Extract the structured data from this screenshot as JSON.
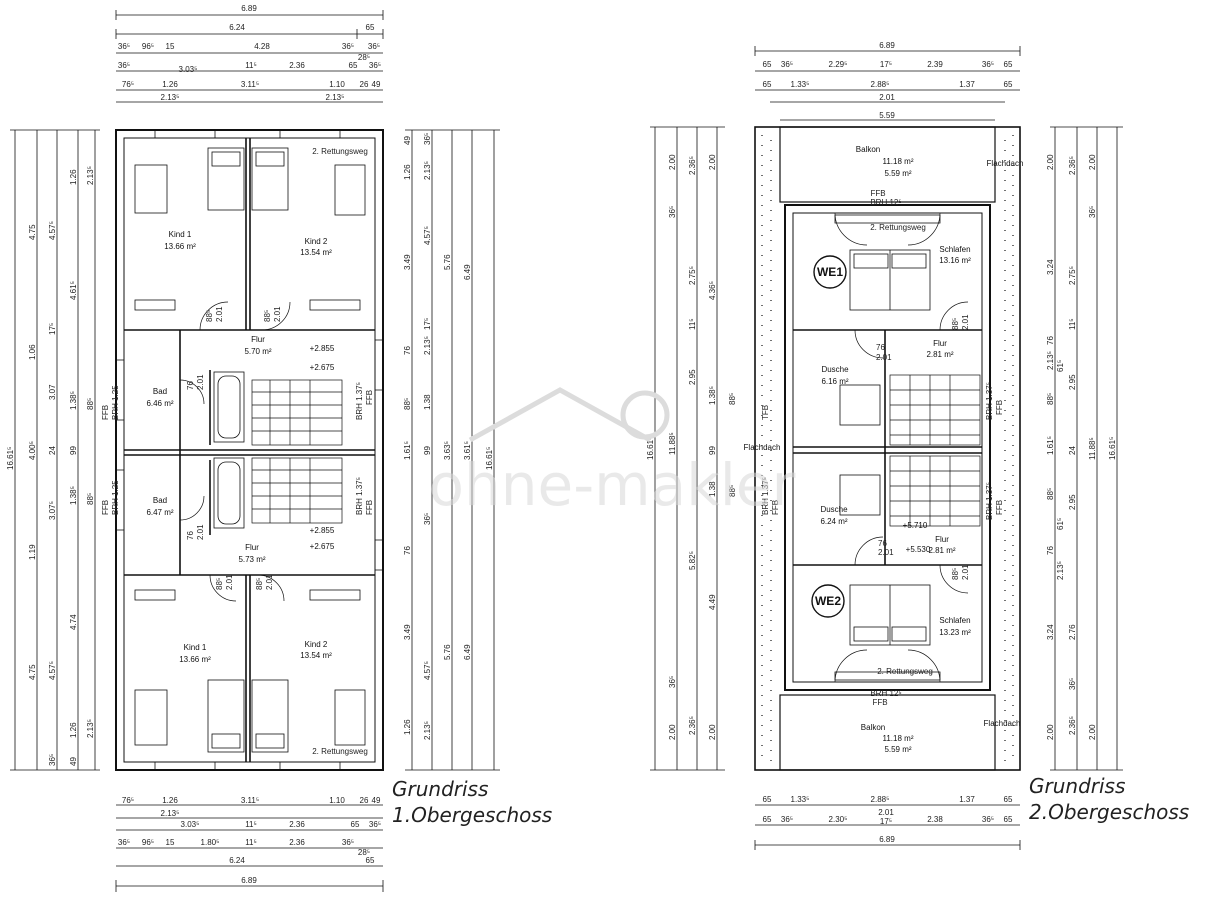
{
  "plan1": {
    "title_line1": "Grundriss",
    "title_line2": "1.Obergeschoss",
    "top_dims": {
      "overall": "6.89",
      "row1": [
        "6.24",
        "65"
      ],
      "row2": [
        "36⁵",
        "96⁵",
        "15",
        "4.28",
        "36⁵",
        "36⁵"
      ],
      "row3": [
        "36⁵",
        "3.03⁵",
        "11⁵",
        "2.36",
        "65",
        "28⁵",
        "36⁵"
      ],
      "row4": [
        "76⁵",
        "1.26",
        "3.11⁵",
        "1.10",
        "26",
        "49"
      ],
      "row5": [
        "2.13⁵",
        "2.13⁵"
      ]
    },
    "bottom_dims": {
      "row1": [
        "76⁵",
        "1.26",
        "3.11⁵",
        "1.10",
        "26",
        "49"
      ],
      "row2": [
        "2.13⁵",
        "3.03⁵",
        "11⁵",
        "2.36",
        "65",
        "36⁵"
      ],
      "row3": [
        "36⁵",
        "96⁵",
        "15",
        "1.80⁵",
        "11⁵",
        "2.36",
        "36⁵",
        "28⁵"
      ],
      "row4": [
        "6.24",
        "65"
      ],
      "overall": "6.89"
    },
    "left_dims": [
      "16.61⁵",
      "4.75",
      "4.57⁵",
      "1.26",
      "2.13⁵",
      "4.61⁵",
      "17⁵",
      "1.06",
      "3.07",
      "1.38⁵",
      "88⁵",
      "4.00⁵",
      "99",
      "24",
      "1.38⁵",
      "88⁵",
      "3.07⁵",
      "1.19",
      "4.74",
      "4.75",
      "4.57⁵",
      "1.26",
      "2.13⁵",
      "36⁵",
      "49"
    ],
    "right_dims": [
      "16.61⁵",
      "6.49",
      "5.76",
      "4.57⁵",
      "3.49",
      "2.13⁵",
      "1.26",
      "49",
      "36⁵",
      "76",
      "17⁵",
      "2.13⁵",
      "1.61⁵",
      "3.63⁵",
      "88⁵",
      "1.38",
      "99",
      "3.61⁵",
      "76",
      "36⁵",
      "3.49",
      "4.57⁵",
      "5.76",
      "6.49",
      "1.26",
      "2.13⁵"
    ],
    "rooms": [
      {
        "name": "Kind 1",
        "area": "13.66 m²"
      },
      {
        "name": "Kind 2",
        "area": "13.54 m²"
      },
      {
        "name": "Flur",
        "area": "5.70 m²"
      },
      {
        "name": "Bad",
        "area": "6.46 m²"
      },
      {
        "name": "Bad",
        "area": "6.47 m²"
      },
      {
        "name": "Flur",
        "area": "5.73 m²"
      },
      {
        "name": "Kind 1",
        "area": "13.66 m²"
      },
      {
        "name": "Kind 2",
        "area": "13.54 m²"
      }
    ],
    "levels": [
      "+2.855",
      "+2.675",
      "+2.855",
      "+2.675"
    ],
    "rettungsweg_top": "2. Rettungsweg",
    "rettungsweg_bottom": "2. Rettungsweg",
    "door_labels": [
      "88⁵",
      "2.01",
      "88⁵",
      "2.01",
      "76",
      "2.01",
      "76",
      "2.01",
      "88⁵",
      "2.01",
      "88⁵",
      "2.01"
    ],
    "window_labels": [
      "BRH 1.37⁵",
      "FFB",
      "BRH 1.37⁵",
      "FFB",
      "FFB",
      "BRH 1.25",
      "FFB",
      "BRH 1.25"
    ]
  },
  "plan2": {
    "title_line1": "Grundriss",
    "title_line2": "2.Obergeschoss",
    "top_dims": {
      "overall": "6.89",
      "row1": [
        "65",
        "36⁵",
        "2.29⁵",
        "17⁵",
        "2.39",
        "36⁵",
        "65"
      ],
      "row2": [
        "65",
        "1.33⁵",
        "2.88⁵",
        "1.37",
        "65"
      ],
      "row3": [
        "2.01"
      ],
      "row4": [
        "5.59"
      ]
    },
    "bottom_dims": {
      "row1": [
        "65",
        "1.33⁵",
        "2.88⁵",
        "1.37",
        "65"
      ],
      "row2": [
        "65",
        "36⁵",
        "2.30⁵",
        "2.01",
        "17⁵",
        "2.38",
        "36⁵",
        "65"
      ],
      "overall": "6.89"
    },
    "left_dims": [
      "16.61⁵",
      "11.88⁵",
      "2.00",
      "2.36⁵",
      "2.00",
      "36⁵",
      "2.75⁵",
      "4.36⁵",
      "11⁵",
      "2.95",
      "1.38⁵",
      "88⁵",
      "99",
      "1.38",
      "88⁵",
      "5.82⁵",
      "4.49",
      "2.00",
      "2.36⁵",
      "2.00",
      "36⁵"
    ],
    "right_dims": [
      "16.61⁵",
      "11.88⁵",
      "2.00",
      "2.36⁵",
      "2.00",
      "36⁵",
      "3.24",
      "2.75⁵",
      "11⁵",
      "2.13⁵",
      "76",
      "61⁵",
      "2.95",
      "88⁵",
      "1.61⁵",
      "24",
      "88⁵",
      "2.95",
      "61⁵",
      "76",
      "2.13⁵",
      "3.24",
      "2.76",
      "36⁵",
      "2.00",
      "2.36⁵",
      "2.00"
    ],
    "rooms": [
      {
        "name": "Balkon",
        "area": "11.18 m²",
        "area2": "5.59 m²"
      },
      {
        "name": "Schlafen",
        "area": "13.16 m²"
      },
      {
        "name": "Flur",
        "area": "2.81 m²"
      },
      {
        "name": "Dusche",
        "area": "6.16 m²"
      },
      {
        "name": "Dusche",
        "area": "6.24 m²"
      },
      {
        "name": "Flur",
        "area": "2.81 m²"
      },
      {
        "name": "Schlafen",
        "area": "13.23 m²"
      },
      {
        "name": "Balkon",
        "area": "11.18 m²",
        "area2": "5.59 m²"
      }
    ],
    "units": [
      "WE1",
      "WE2"
    ],
    "flachdach": [
      "Flachdach",
      "Flachdach",
      "Flachdach"
    ],
    "levels": [
      "+5.710",
      "+5.530"
    ],
    "rettungsweg_top": "2. Rettungsweg",
    "rettungsweg_bottom": "2. Rettungsweg",
    "balkon_door_top": [
      "FFB",
      "BRH 12⁵"
    ],
    "balkon_door_bottom": [
      "BRH 12⁵",
      "FFB"
    ],
    "door_labels": [
      "88⁵",
      "2.01",
      "76",
      "2.01",
      "76",
      "2.01",
      "88⁵",
      "2.01"
    ],
    "window_labels": [
      "TFB",
      "BRH 1.37⁵",
      "FFB",
      "BRH 1.37⁵",
      "FFB",
      "BRH 1.37⁵",
      "FFB"
    ]
  },
  "watermark": {
    "text": "ohne-makler",
    "color": "#d0d0d0"
  },
  "colors": {
    "line": "#111111",
    "text": "#222222",
    "background": "#ffffff"
  }
}
